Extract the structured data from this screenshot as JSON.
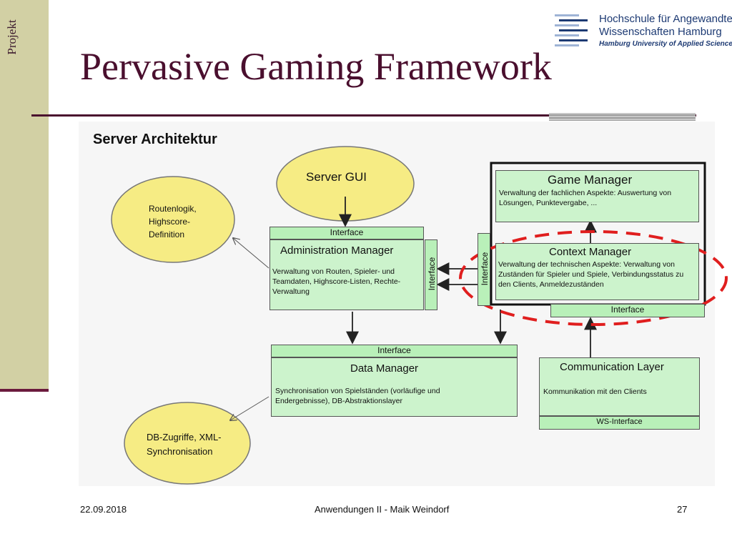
{
  "sidebar": {
    "label": "Projekt"
  },
  "slide": {
    "title": "Pervasive Gaming Framework"
  },
  "logo": {
    "line1": "Hochschule für Angewandte",
    "line2": "Wissenschaften Hamburg",
    "line3": "Hamburg University of Applied Sciences"
  },
  "diagram": {
    "title": "Server Architektur",
    "server_gui": "Server GUI",
    "routenlogik": [
      "Routenlogik,",
      "Highscore-",
      "Definition"
    ],
    "db_zugriffe": [
      "DB-Zugriffe, XML-",
      "Synchronisation"
    ],
    "admin": {
      "interface": "Interface",
      "title": "Administration Manager",
      "desc": [
        "Verwaltung von Routen, Spieler- und",
        "Teamdaten, Highscore-Listen, Rechte-",
        "Verwaltung"
      ],
      "side_interface": "Interface"
    },
    "game_manager": {
      "title": "Game Manager",
      "desc": [
        "Verwaltung der fachlichen Aspekte: Auswertung von",
        "Lösungen, Punktevergabe, ..."
      ]
    },
    "context_manager": {
      "side_interface": "Interface",
      "title": "Context Manager",
      "desc": [
        "Verwaltung der technischen Aspekte: Verwaltung von",
        "Zuständen für Spieler und Spiele, Verbindungsstatus zu",
        "den Clients, Anmeldezuständen"
      ],
      "interface": "Interface"
    },
    "data_manager": {
      "interface": "Interface",
      "title": "Data Manager",
      "desc": [
        "Synchronisation von Spielständen (vorläufige und",
        "Endergebnisse), DB-Abstraktionslayer"
      ]
    },
    "communication": {
      "title": "Communication Layer",
      "desc": "Kommunikation mit den Clients",
      "ws_interface": "WS-Interface"
    },
    "colors": {
      "box_fill": "#ccf3cc",
      "ellipse_fill": "#f6ec84",
      "highlight": "#e01e1e"
    }
  },
  "footer": {
    "date": "22.09.2018",
    "center": "Anwendungen II - Maik Weindorf",
    "page": "27"
  }
}
